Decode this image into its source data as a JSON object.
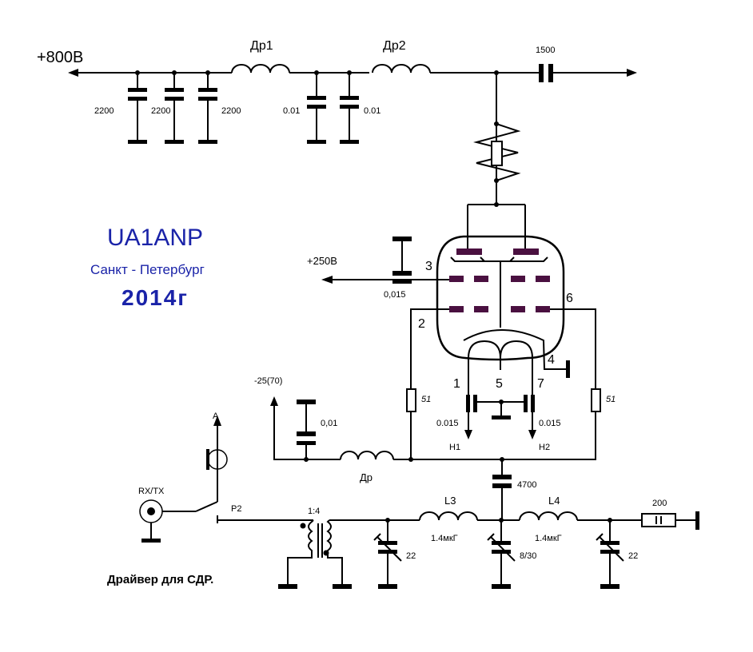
{
  "title": {
    "callsign": "UA1ANP",
    "city": "Санкт - Петербург",
    "year": "2014г",
    "caption": "Драйвер для СДР."
  },
  "colors": {
    "title_blue": "#1a23a8",
    "electrode": "#4a1040"
  },
  "supply": {
    "hv_label": "+800В",
    "screen_label": "+250В",
    "bias_label": "-25(70)"
  },
  "components": {
    "c_hv1": "2200",
    "c_hv2": "2200",
    "c_hv3": "2200",
    "dr1": "Др1",
    "c_hv4": "0.01",
    "c_hv5": "0.01",
    "dr2": "Др2",
    "c_out": "1500",
    "c_screen": "0,015",
    "c_bias": "0,01",
    "dr_bias": "Др",
    "r_g1": "51",
    "r_g2": "51",
    "c_h1": "0.015",
    "c_h2": "0.015",
    "h1": "Н1",
    "h2": "Н2",
    "c_in": "4700",
    "l3": "L3",
    "l3_val": "1.4мкГ",
    "l4": "L4",
    "l4_val": "1.4мкГ",
    "c_t1": "22",
    "c_t2": "8/30",
    "c_t3": "22",
    "r_load": "200",
    "xfmr": "1:4",
    "relay": "P2",
    "ant": "A",
    "rxtx": "RX/TX"
  },
  "tube_pins": {
    "p1": "1",
    "p2": "2",
    "p3": "3",
    "p4": "4",
    "p5": "5",
    "p6": "6",
    "p7": "7"
  }
}
